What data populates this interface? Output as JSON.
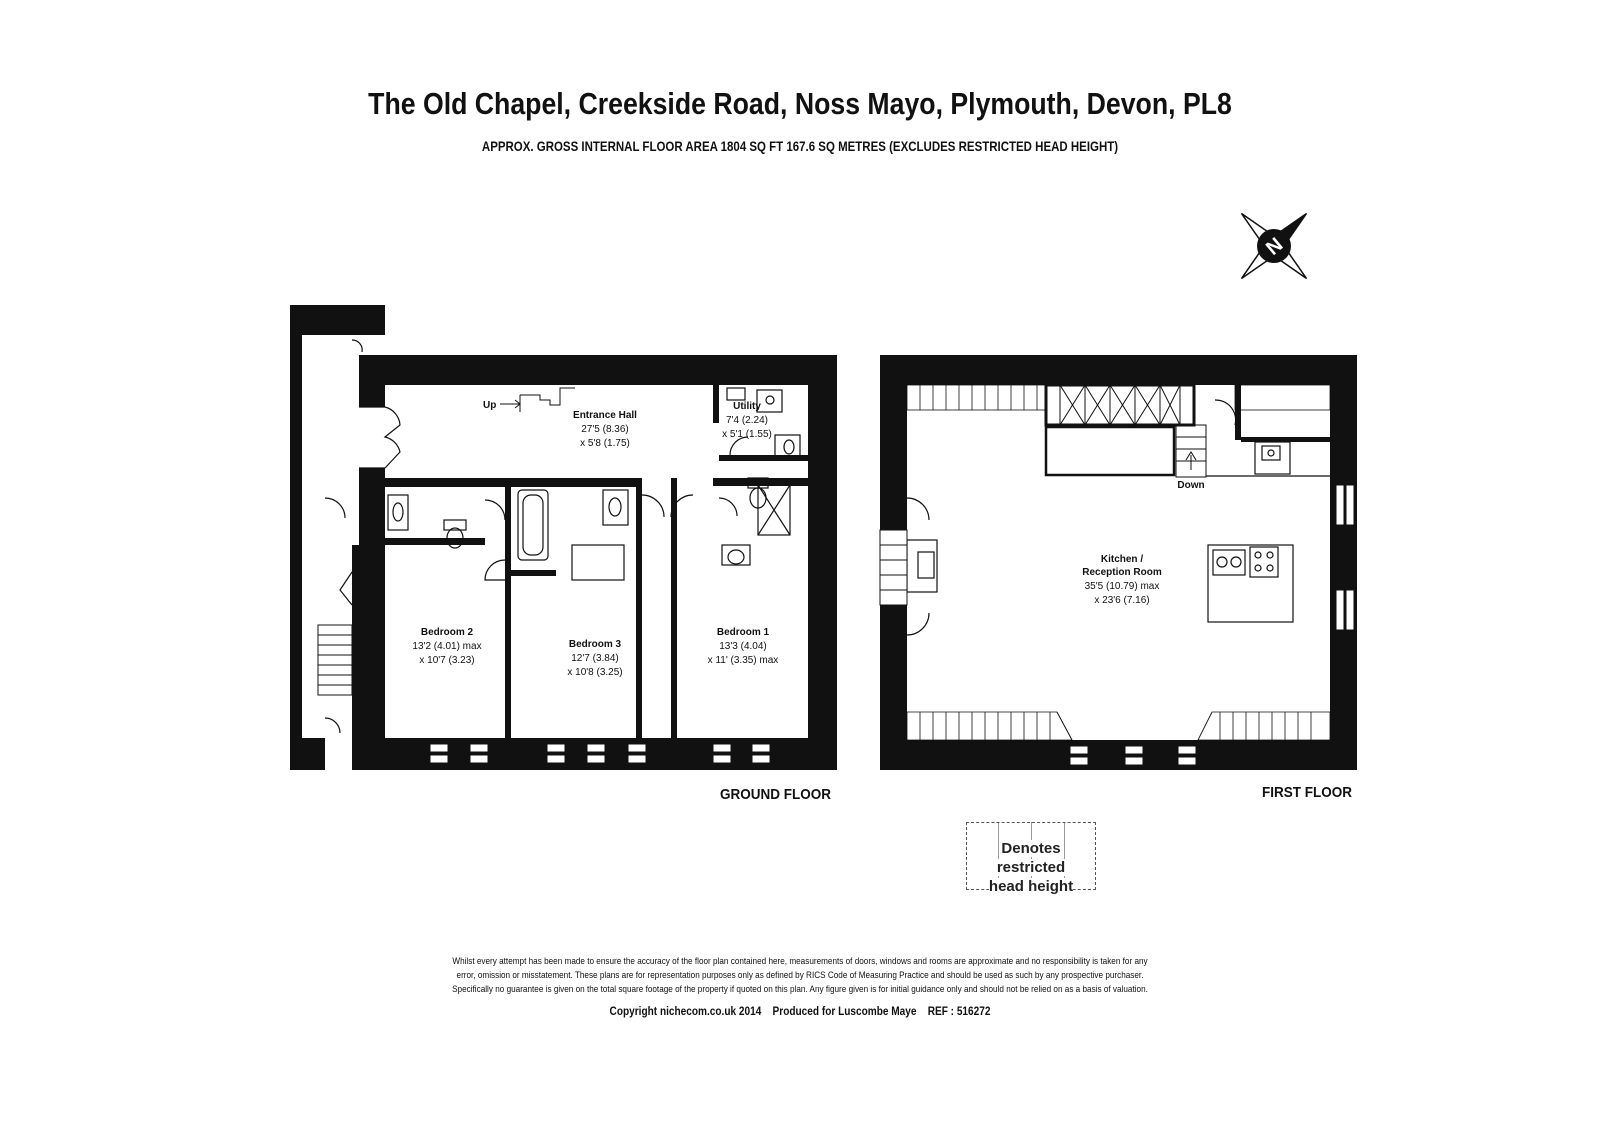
{
  "header": {
    "title": "The Old Chapel, Creekside Road, Noss Mayo, Plymouth, Devon, PL8",
    "subtitle": "APPROX. GROSS INTERNAL FLOOR AREA 1804 SQ FT 167.6 SQ METRES (EXCLUDES RESTRICTED HEAD HEIGHT)"
  },
  "compass": {
    "north_letter": "N",
    "icon": "compass-rose-icon"
  },
  "ground_floor": {
    "label": "GROUND FLOOR",
    "stair_up_label": "Up",
    "rooms": {
      "entrance_hall": {
        "name": "Entrance Hall",
        "dim1": "27'5 (8.36)",
        "dim2": "x 5'8 (1.75)"
      },
      "utility": {
        "name": "Utility",
        "dim1": "7'4 (2.24)",
        "dim2": "x 5'1 (1.55)"
      },
      "bedroom2": {
        "name": "Bedroom 2",
        "dim1": "13'2 (4.01) max",
        "dim2": "x 10'7 (3.23)"
      },
      "bedroom3": {
        "name": "Bedroom 3",
        "dim1": "12'7 (3.84)",
        "dim2": "x 10'8 (3.25)"
      },
      "bedroom1": {
        "name": "Bedroom 1",
        "dim1": "13'3 (4.04)",
        "dim2": "x 11' (3.35) max"
      }
    }
  },
  "first_floor": {
    "label": "FIRST FLOOR",
    "stair_down_label": "Down",
    "rooms": {
      "kitchen": {
        "name1": "Kitchen /",
        "name2": "Reception Room",
        "dim1": "35'5 (10.79) max",
        "dim2": "x 23'6 (7.16)"
      }
    }
  },
  "legend": {
    "line1": "Denotes restricted",
    "line2": "head height"
  },
  "footer": {
    "disclaimer_1": "Whilst every attempt has been made to ensure the accuracy of the floor plan contained here, measurements of doors, windows and rooms are approximate and no responsibility is taken for any",
    "disclaimer_2": "error, omission or misstatement. These plans are for representation purposes only as defined by RICS Code of Measuring Practice and should be used as such by any prospective purchaser.",
    "disclaimer_3": "Specifically no guarantee is given on the total square footage of the property if quoted on this plan. Any figure given is for initial guidance only and should not be relied on as a basis of valuation.",
    "copyright": "Copyright nichecom.co.uk 2014    Produced for Luscombe Maye    REF : 516272"
  }
}
